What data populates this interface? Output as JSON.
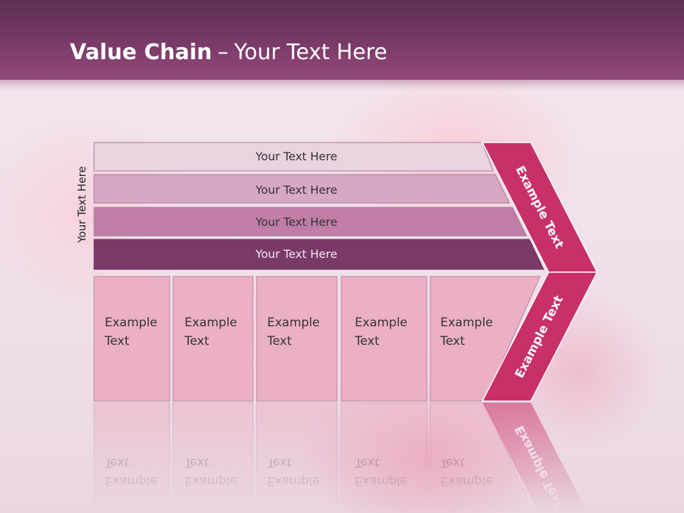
{
  "slide": {
    "title_bold": "Value Chain",
    "title_dash": "–",
    "title_rest": "Your Text Here",
    "vertical_label": "Your Text Here"
  },
  "bars": [
    {
      "label": "Your Text Here",
      "color": "#ead3e1"
    },
    {
      "label": "Your Text Here",
      "color": "#d7a8c4"
    },
    {
      "label": "Your Text Here",
      "color": "#c07ea7"
    },
    {
      "label": "Your Text Here",
      "color": "#7a3a68"
    }
  ],
  "columns": [
    {
      "line1": "Example",
      "line2": "Text"
    },
    {
      "line1": "Example",
      "line2": "Text"
    },
    {
      "line1": "Example",
      "line2": "Text"
    },
    {
      "line1": "Example",
      "line2": "Text"
    },
    {
      "line1": "Example",
      "line2": "Text"
    }
  ],
  "chevron": {
    "upper_text": "Example Text",
    "lower_text": "Example Text",
    "color": "#c9306a"
  },
  "colors": {
    "header": "#7a3a68",
    "column_fill": "#ebb0c4",
    "column_border": "#b9829c"
  }
}
